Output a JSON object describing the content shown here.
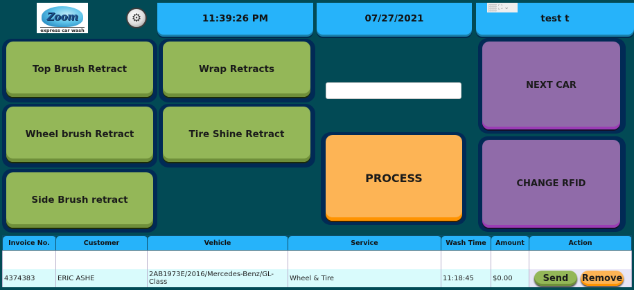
{
  "header": {
    "logo": {
      "main": "Zoom",
      "tagline": "express car wash"
    },
    "settings_icon": "gear-icon",
    "time": "11:39:26 PM",
    "date": "07/27/2021",
    "user": "test t",
    "mini_toolbar_icons": [
      "grid-icon",
      "expand-icon",
      "chevron-down-icon"
    ]
  },
  "retract_buttons": [
    {
      "label": "Top Brush Retract"
    },
    {
      "label": "Wrap Retracts"
    },
    {
      "label": "Wheel brush Retract"
    },
    {
      "label": "Tire Shine Retract"
    },
    {
      "label": "Side Brush retract"
    }
  ],
  "rfid_input": {
    "value": "",
    "placeholder": ""
  },
  "actions": {
    "process": "PROCESS",
    "next_car": "NEXT CAR",
    "change_rfid": "CHANGE RFID"
  },
  "colors": {
    "background": "#024a55",
    "header": "#26b3fa",
    "green": "#94b758",
    "purple": "#906ba9",
    "orange": "#fdb455"
  },
  "table": {
    "columns": [
      "Invoice No.",
      "Customer",
      "Vehicle",
      "Service",
      "Wash Time",
      "Amount",
      "Action"
    ],
    "rows": [
      {
        "invoice": "4374383",
        "customer": "ERIC ASHE",
        "vehicle": "2AB1973E/2016/Mercedes-Benz/GL-Class",
        "service": "Wheel & Tire",
        "wash_time": "11:18:45",
        "amount": "$0.00",
        "send_label": "Send",
        "remove_label": "Remove"
      }
    ]
  }
}
